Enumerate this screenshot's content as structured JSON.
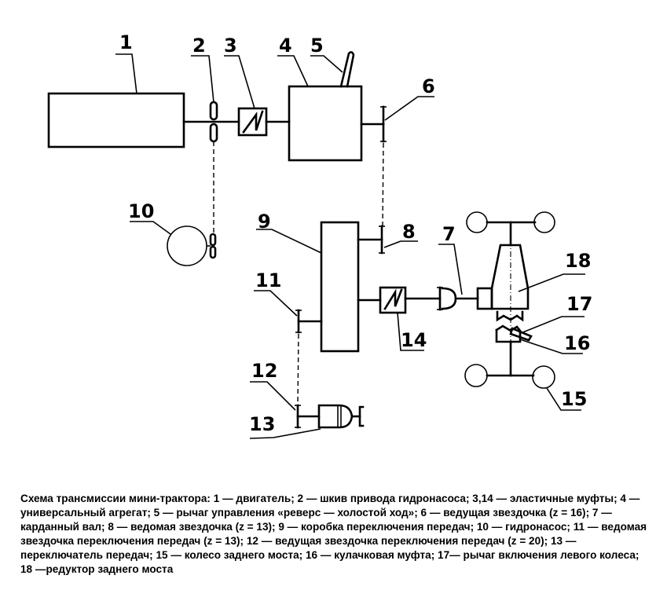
{
  "diagram": {
    "title": "Схема трансмиссии мини-трактора",
    "labels": {
      "l1": "1",
      "l2": "2",
      "l3": "3",
      "l4": "4",
      "l5": "5",
      "l6": "6",
      "l7": "7",
      "l8": "8",
      "l9": "9",
      "l10": "10",
      "l11": "11",
      "l12": "12",
      "l13": "13",
      "l14": "14",
      "l15": "15",
      "l16": "16",
      "l17": "17",
      "l18": "18"
    }
  },
  "caption": {
    "text": "Схема трансмиссии мини-трактора: 1 — двигатель; 2 — шкив привода гидронасоса; 3,14 — эластичные муфты; 4 — универсальный агрегат; 5 — рычаг управления «реверс — холостой ход»; 6 — ведущая звездочка (z = 16); 7 — карданный вал; 8 — ведомая звездочка (z = 13); 9 — коробка переключения передач; 10 — гидронасос; 11 — ведомая звездочка переключения передач (z = 13); 12 — ведущая звездочка переключения передач (z = 20); 13 — переключатель передач; 15 — колесо заднего моста; 16 — кулачковая муфта; 17— рычаг включения левого колеса; 18 —редуктор заднего моста"
  }
}
